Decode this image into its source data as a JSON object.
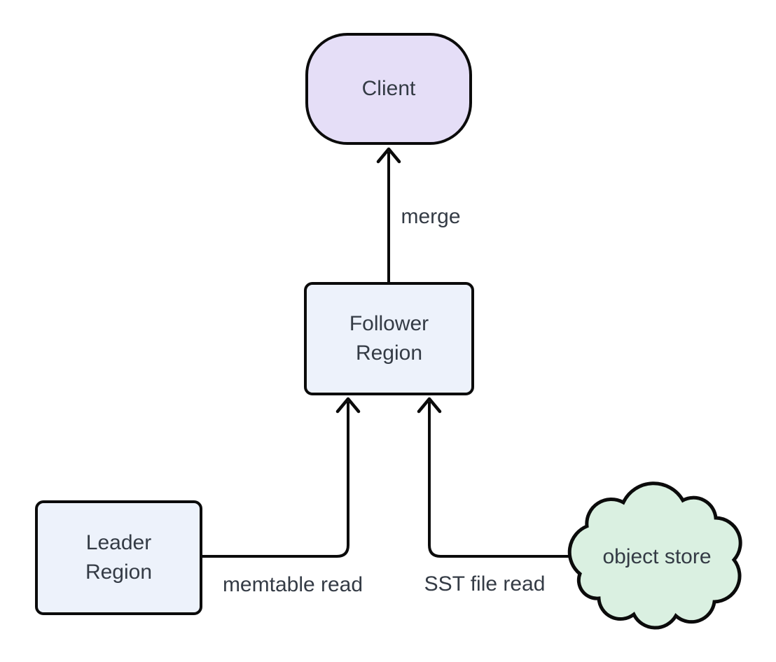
{
  "diagram": {
    "background_color": "#ffffff",
    "stroke_color": "#0b0b0b",
    "text_color": "#343b45",
    "nodes": {
      "client": {
        "label": "Client",
        "shape": "stadium",
        "fill_color": "#e5def7"
      },
      "follower_region": {
        "label": "Follower Region",
        "shape": "rounded-rect",
        "fill_color": "#edf2fb"
      },
      "leader_region": {
        "label": "Leader Region",
        "shape": "rounded-rect",
        "fill_color": "#edf2fb"
      },
      "object_store": {
        "label": "object store",
        "shape": "cloud",
        "fill_color": "#daf0e1"
      }
    },
    "edges": [
      {
        "from": "follower_region",
        "to": "client",
        "label": "merge"
      },
      {
        "from": "leader_region",
        "to": "follower_region",
        "label": "memtable read"
      },
      {
        "from": "object_store",
        "to": "follower_region",
        "label": "SST file read"
      }
    ]
  }
}
